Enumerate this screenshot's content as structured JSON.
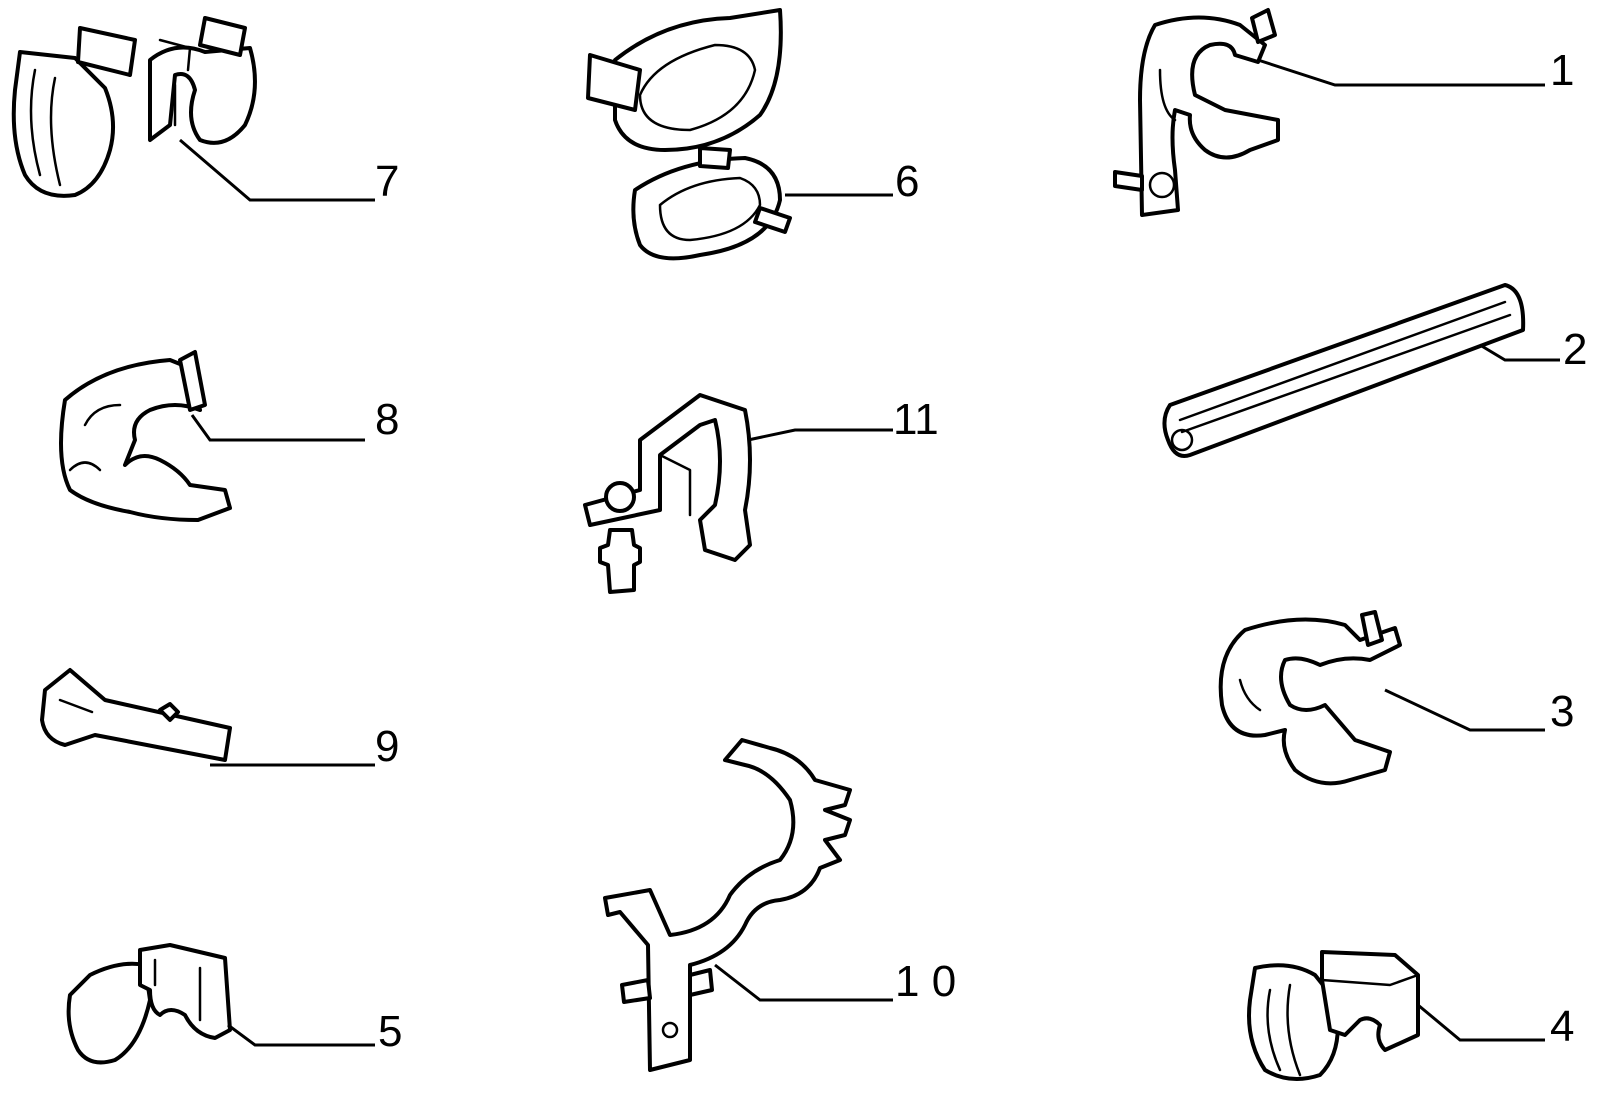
{
  "callouts": {
    "c1": "1",
    "c2": "2",
    "c3": "3",
    "c4": "4",
    "c5": "5",
    "c6": "6",
    "c7": "7",
    "c8": "8",
    "c9": "9",
    "c10": "1 0",
    "c11": "11"
  }
}
